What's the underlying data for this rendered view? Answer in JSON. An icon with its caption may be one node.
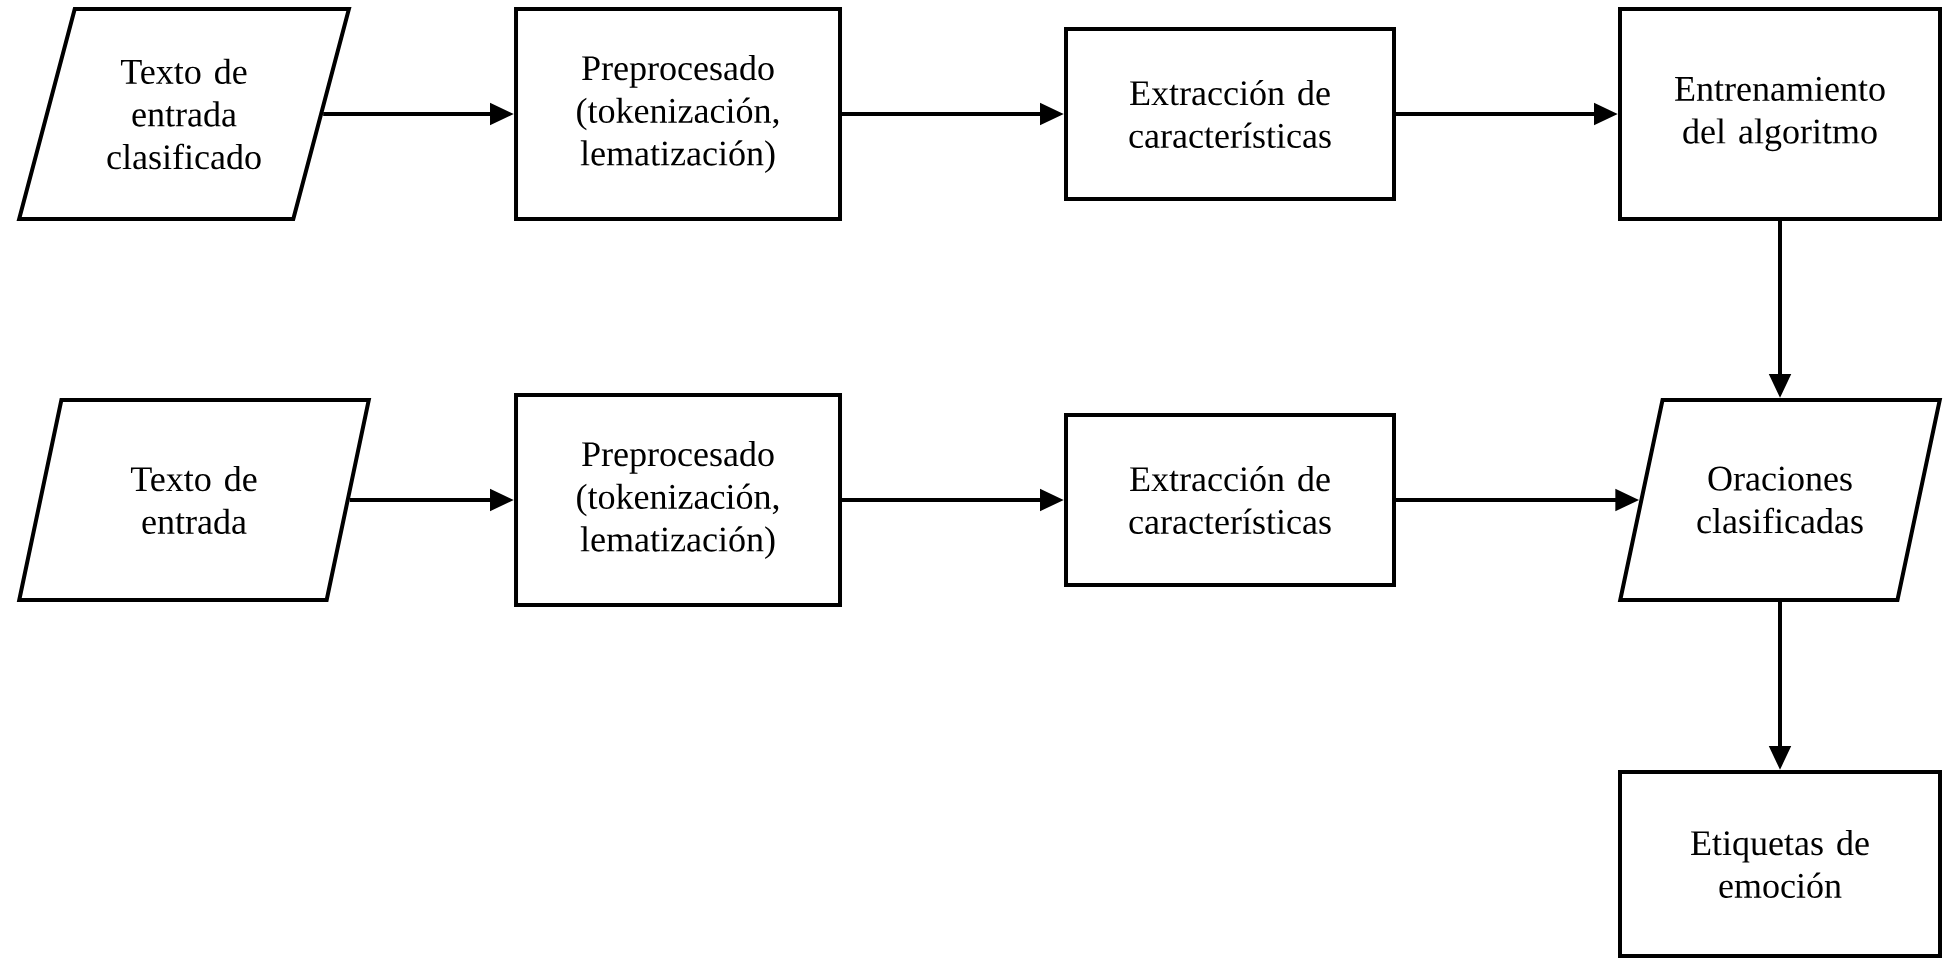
{
  "diagram": {
    "nodes": [
      {
        "text": [
          "Texto de entrada clasificado"
        ]
      },
      {
        "text": [
          "Preprocesado (tokenización, lematización)"
        ]
      },
      {
        "text": [
          "Extracción de características"
        ]
      },
      {
        "text": [
          "Entrenamiento del algoritmo"
        ]
      },
      {
        "text": [
          "Texto de entrada"
        ]
      },
      {
        "text": [
          "Preprocesado (tokenización, lematización)"
        ]
      },
      {
        "text": [
          "Extracción de características"
        ]
      },
      {
        "text": [
          "Oraciones clasificadas"
        ]
      },
      {
        "text": [
          "Etiquetas de emoción"
        ]
      }
    ],
    "edges": [
      {
        "from": 0,
        "to": 1,
        "arrow": "to"
      },
      {
        "from": 1,
        "to": 2,
        "arrow": "to"
      },
      {
        "from": 2,
        "to": 3,
        "arrow": "to"
      },
      {
        "from": 3,
        "to": 7,
        "arrow": "to"
      },
      {
        "from": 4,
        "to": 5,
        "arrow": "to"
      },
      {
        "from": 5,
        "to": 6,
        "arrow": "to"
      },
      {
        "from": 6,
        "to": 7,
        "arrow": "to"
      },
      {
        "from": 7,
        "to": 8,
        "arrow": "to"
      }
    ]
  }
}
